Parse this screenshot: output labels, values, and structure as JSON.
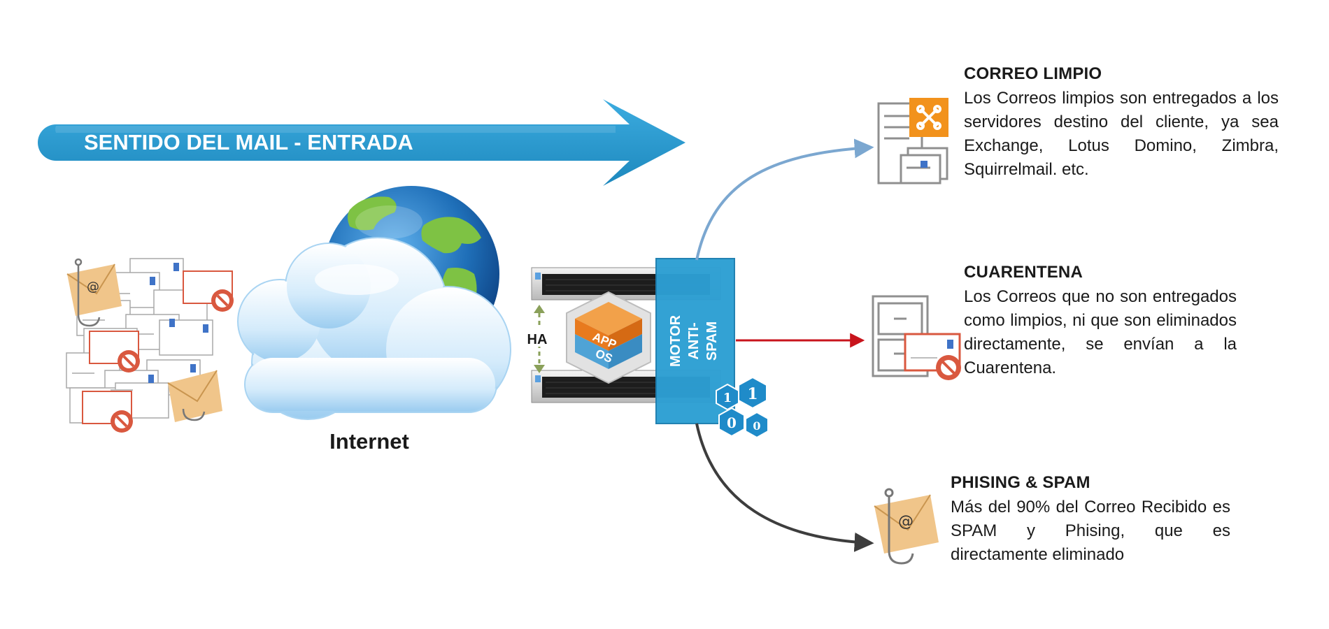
{
  "arrow": {
    "label": "SENTIDO DEL MAIL - ENTRADA"
  },
  "internet": {
    "label": "Internet"
  },
  "ha": {
    "label": "HA"
  },
  "box": {
    "app": "APP",
    "os": "OS"
  },
  "motor": {
    "line1": "MOTOR",
    "line2": "ANTI-",
    "line3": "SPAM"
  },
  "binary": [
    "1",
    "1",
    "0",
    "0"
  ],
  "outputs": {
    "clean": {
      "title": "CORREO LIMPIO",
      "text": "Los Correos limpios son entregados a los servidores destino del cliente, ya sea Exchange, Lotus Domino, Zimbra, Squirrelmail. etc."
    },
    "quarantine": {
      "title": "CUARENTENA",
      "text": "Los Correos que no son entregados como limpios, ni que son eliminados directamente, se envían a la Cuarentena."
    },
    "spam": {
      "title": "PHISING & SPAM",
      "text": "Más del 90% del Correo Recibido es SPAM y Phising, que es directamente eliminado"
    }
  },
  "colors": {
    "arrow": "#2a9acb",
    "motor": "#2d9fd3",
    "clean_line": "#7ba7d0",
    "quarantine_line": "#c8141c",
    "spam_line": "#3d3d3d",
    "cube_top": "#e87a1e",
    "cube_bottom": "#3a8cc2"
  },
  "icons": {
    "mail_pile": "envelope-pile-icon",
    "globe": "globe-icon",
    "cloud": "cloud-icon",
    "servers": "server-rack-icon",
    "cube": "app-os-cube-icon",
    "clean": "exchange-server-icon",
    "quarantine": "quarantine-cabinet-icon",
    "spam": "phishing-envelope-icon"
  }
}
